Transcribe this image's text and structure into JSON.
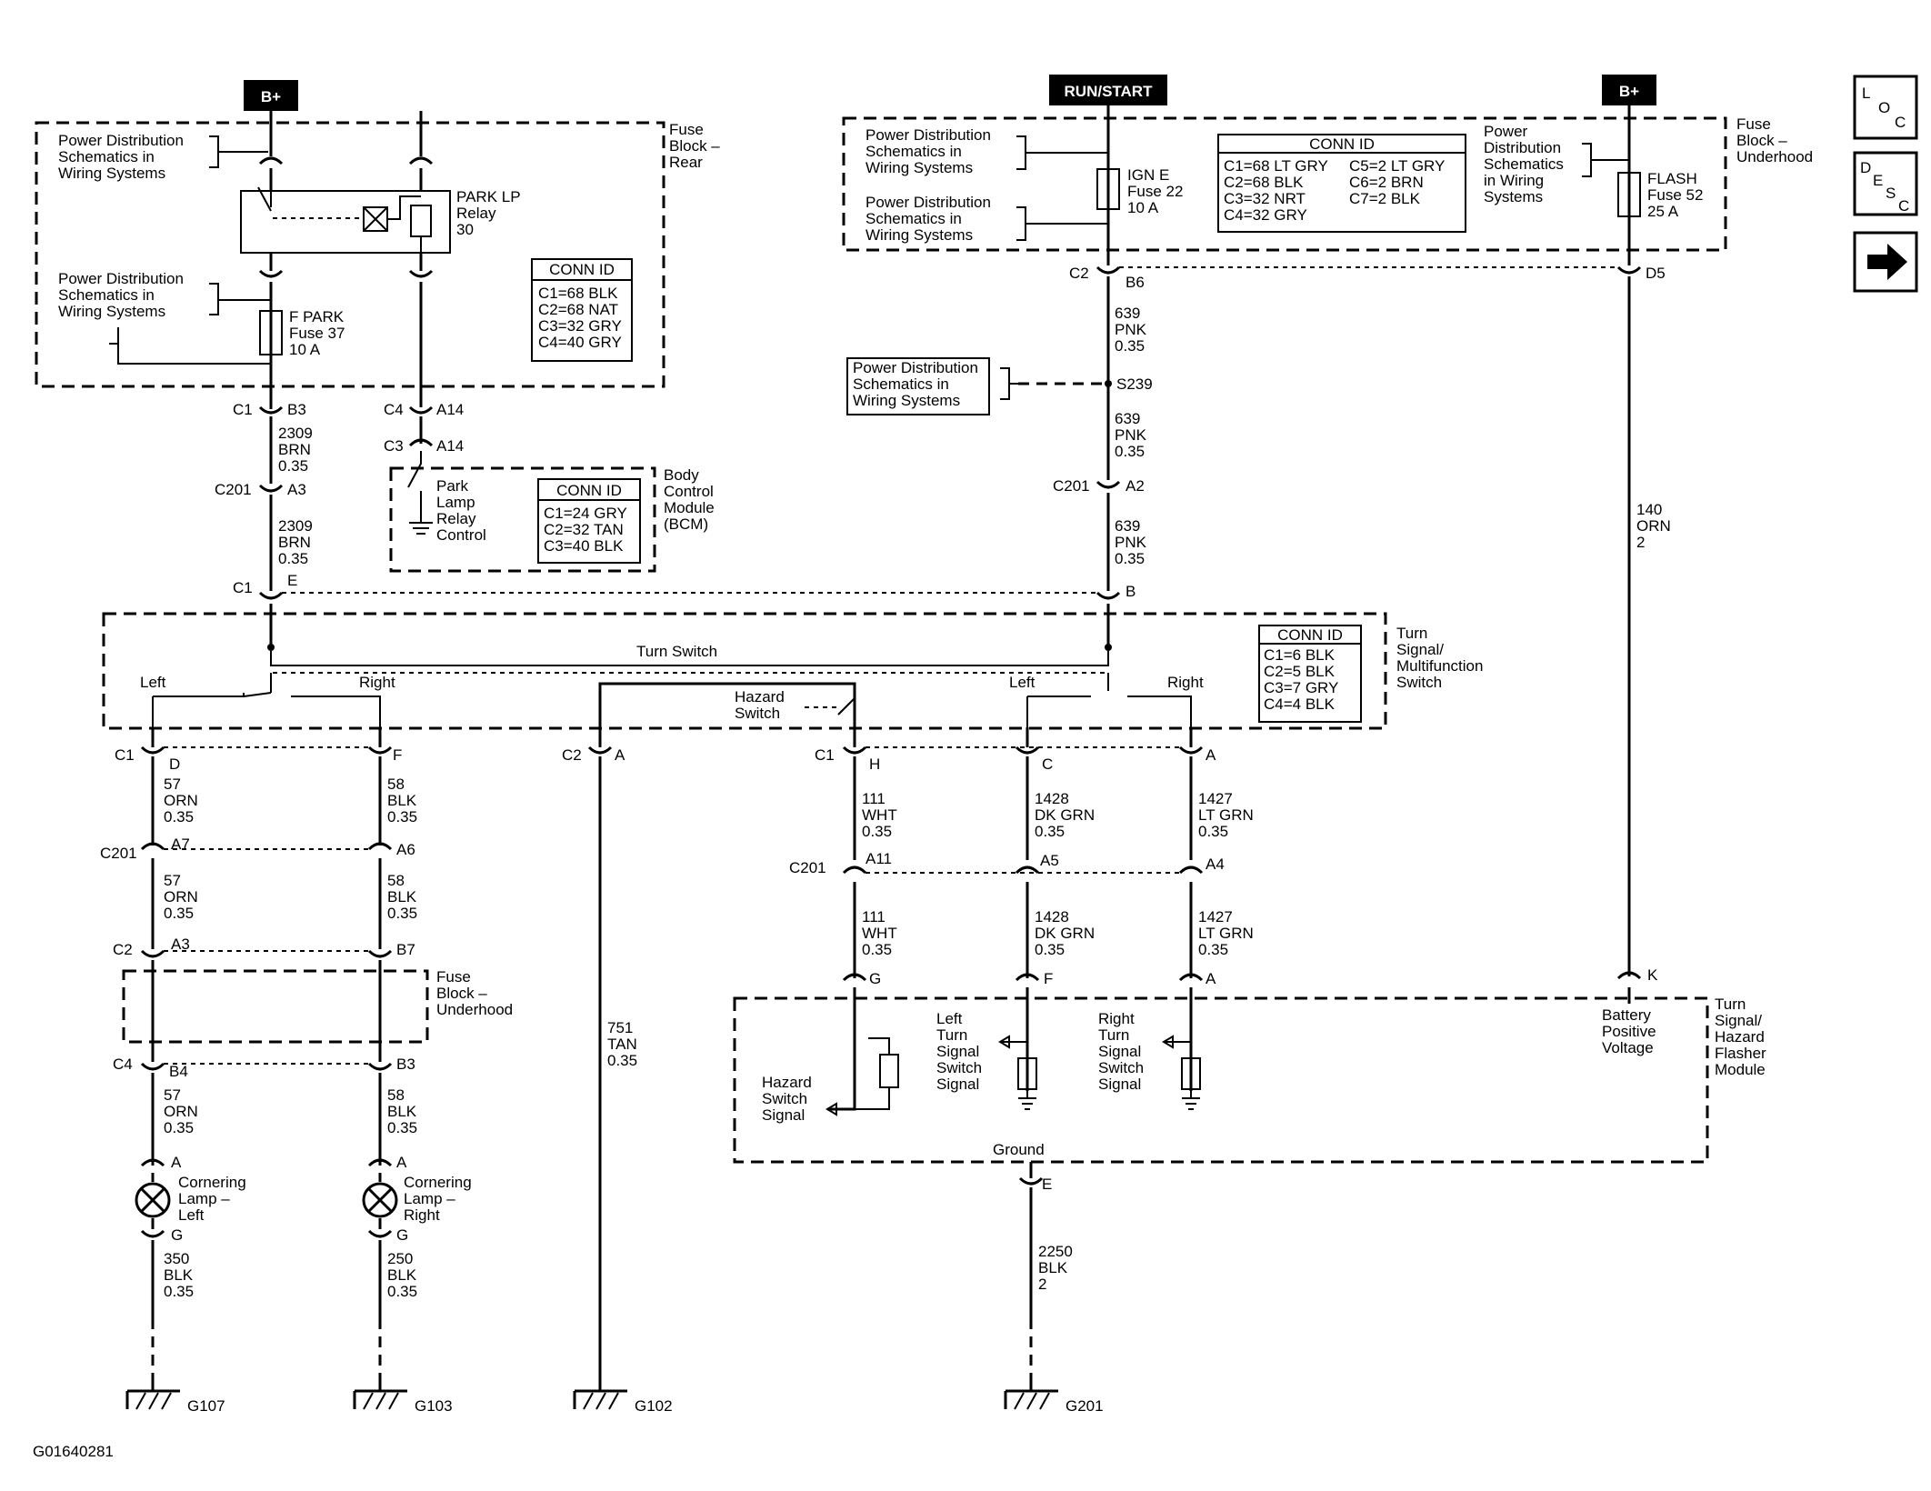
{
  "diagram_id": "G01640281",
  "power": {
    "b_plus": "B+",
    "run_start": "RUN/START"
  },
  "pds": "Power Distribution Schematics in Wiring Systems",
  "pds_lines": [
    "Power Distribution",
    "Schematics in",
    "Wiring Systems"
  ],
  "pds_lines_small": [
    "Power",
    "Distribution",
    "Schematics",
    "in Wiring",
    "Systems"
  ],
  "fuse_block_rear": {
    "label_lines": [
      "Fuse",
      "Block –",
      "Rear"
    ],
    "relay_lines": [
      "PARK LP",
      "Relay",
      "30"
    ],
    "fuse_lines": [
      "F PARK",
      "Fuse 37",
      "10 A"
    ],
    "conn_title": "CONN ID",
    "conn": [
      "C1=68 BLK",
      "C2=68 NAT",
      "C3=32 GRY",
      "C4=40 GRY"
    ]
  },
  "fuse_block_underhood": {
    "label_lines": [
      "Fuse",
      "Block –",
      "Underhood"
    ],
    "ign_lines": [
      "IGN E",
      "Fuse 22",
      "10 A"
    ],
    "flash_lines": [
      "FLASH",
      "Fuse 52",
      "25 A"
    ],
    "conn_title": "CONN ID",
    "conn_left": [
      "C1=68 LT GRY",
      "C2=68 BLK",
      "C3=32 NRT",
      "C4=32 GRY"
    ],
    "conn_right": [
      "C5=2 LT GRY",
      "C6=2 BRN",
      "C7=2 BLK"
    ]
  },
  "bcm": {
    "label_lines": [
      "Body",
      "Control",
      "Module",
      "(BCM)"
    ],
    "relay_ctrl_lines": [
      "Park",
      "Lamp",
      "Relay",
      "Control"
    ],
    "conn_title": "CONN ID",
    "conn": [
      "C1=24 GRY",
      "C2=32 TAN",
      "C3=40 BLK"
    ]
  },
  "turn_switch": {
    "label_lines": [
      "Turn",
      "Signal/",
      "Multifunction",
      "Switch"
    ],
    "turn_switch": "Turn Switch",
    "left": "Left",
    "right": "Right",
    "hazard_lines": [
      "Hazard",
      "Switch"
    ],
    "conn_title": "CONN ID",
    "conn": [
      "C1=6 BLK",
      "C2=5 BLK",
      "C3=7 GRY",
      "C4=4 BLK"
    ]
  },
  "fuse_block_underhood_2": [
    "Fuse",
    "Block –",
    "Underhood"
  ],
  "flasher": {
    "label_lines": [
      "Turn",
      "Signal/",
      "Hazard",
      "Flasher",
      "Module"
    ],
    "hazard_sig": [
      "Hazard",
      "Switch",
      "Signal"
    ],
    "left_sig": [
      "Left",
      "Turn",
      "Signal",
      "Switch",
      "Signal"
    ],
    "right_sig": [
      "Right",
      "Turn",
      "Signal",
      "Switch",
      "Signal"
    ],
    "batt": [
      "Battery",
      "Positive",
      "Voltage"
    ],
    "ground": "Ground"
  },
  "lamps": {
    "left": [
      "Cornering",
      "Lamp –",
      "Left"
    ],
    "right": [
      "Cornering",
      "Lamp –",
      "Right"
    ]
  },
  "grounds": [
    "G107",
    "G103",
    "G102",
    "G201"
  ],
  "splice": "S239",
  "wires": {
    "w2309": [
      "2309",
      "BRN",
      "0.35"
    ],
    "w639": [
      "639",
      "PNK",
      "0.35"
    ],
    "w140": [
      "140",
      "ORN",
      "2"
    ],
    "w57": [
      "57",
      "ORN",
      "0.35"
    ],
    "w58": [
      "58",
      "BLK",
      "0.35"
    ],
    "w751": [
      "751",
      "TAN",
      "0.35"
    ],
    "w111": [
      "111",
      "WHT",
      "0.35"
    ],
    "w1428": [
      "1428",
      "DK GRN",
      "0.35"
    ],
    "w1427": [
      "1427",
      "LT GRN",
      "0.35"
    ],
    "w350": [
      "350",
      "BLK",
      "0.35"
    ],
    "w250": [
      "250",
      "BLK",
      "0.35"
    ],
    "w2250": [
      "2250",
      "BLK",
      "2"
    ]
  },
  "conns": {
    "c1": "C1",
    "c2": "C2",
    "c3": "C3",
    "c4": "C4",
    "c201": "C201",
    "b3": "B3",
    "a14": "A14",
    "a3": "A3",
    "e": "E",
    "b6": "B6",
    "a2": "A2",
    "b": "B",
    "d5": "D5",
    "d": "D",
    "f": "F",
    "a": "A",
    "h": "H",
    "c": "C",
    "a7": "A7",
    "a6": "A6",
    "a11": "A11",
    "a5": "A5",
    "a4": "A4",
    "b7": "B7",
    "b4": "B4",
    "g": "G",
    "k": "K"
  },
  "nav": {
    "loc": [
      "L",
      "O",
      "C"
    ],
    "desc": [
      "D",
      "E",
      "S",
      "C"
    ],
    "arrow_icon": "right-arrow-icon"
  }
}
